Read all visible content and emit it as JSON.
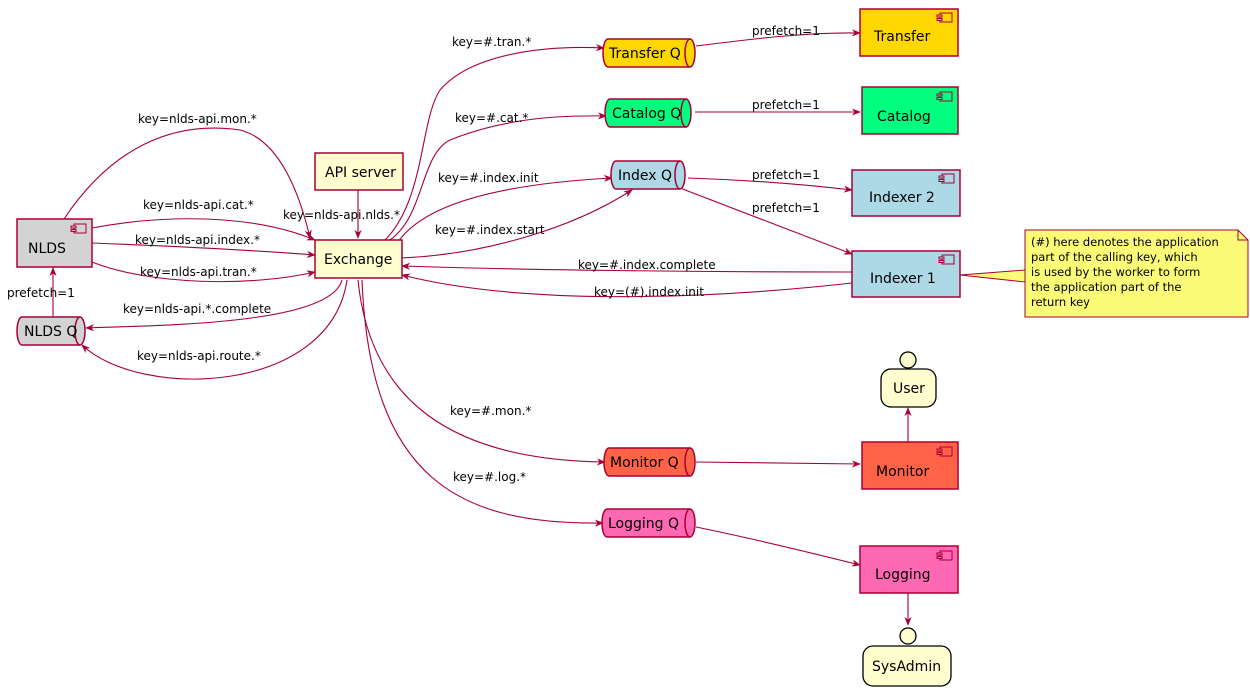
{
  "nodes": {
    "nlds": "NLDS",
    "nlds_q": "NLDS Q",
    "api_server": "API server",
    "exchange": "Exchange",
    "transfer_q": "Transfer Q",
    "transfer": "Transfer",
    "catalog_q": "Catalog Q",
    "catalog": "Catalog",
    "index_q": "Index Q",
    "indexer2": "Indexer 2",
    "indexer1": "Indexer 1",
    "monitor_q": "Monitor Q",
    "monitor": "Monitor",
    "logging_q": "Logging Q",
    "logging": "Logging",
    "user": "User",
    "sysadmin": "SysAdmin"
  },
  "edges": {
    "nlds_mon": "key=nlds-api.mon.*",
    "nlds_cat": "key=nlds-api.cat.*",
    "nlds_index": "key=nlds-api.index.*",
    "nlds_tran": "key=nlds-api.tran.*",
    "api_nlds": "key=nlds-api.nlds.*",
    "ex_complete": "key=nlds-api.*.complete",
    "ex_route": "key=nlds-api.route.*",
    "nldsq_prefetch": "prefetch=1",
    "ex_tran": "key=#.tran.*",
    "ex_cat": "key=#.cat.*",
    "ex_index_init": "key=#.index.init",
    "ex_index_start": "key=#.index.start",
    "tq_prefetch": "prefetch=1",
    "cq_prefetch": "prefetch=1",
    "iq_i2_prefetch": "prefetch=1",
    "iq_i1_prefetch": "prefetch=1",
    "i1_complete": "key=#.index.complete",
    "i1_init": "key=(#).index.init",
    "ex_mon": "key=#.mon.*",
    "ex_log": "key=#.log.*"
  },
  "note": {
    "lines": [
      "(#) here denotes the application",
      "part of the calling key, which",
      "is used by the worker to form",
      "the application part of the",
      "return key"
    ]
  },
  "colors": {
    "stroke": "#A80036",
    "default_fill": "#FEFECE",
    "nlds": "#D3D3D3",
    "transfer": "#FFD700",
    "catalog": "#00FF7F",
    "index": "#ADD8E6",
    "monitor": "#FF6347",
    "logging": "#FF69B4",
    "note": "#FBFB77"
  }
}
